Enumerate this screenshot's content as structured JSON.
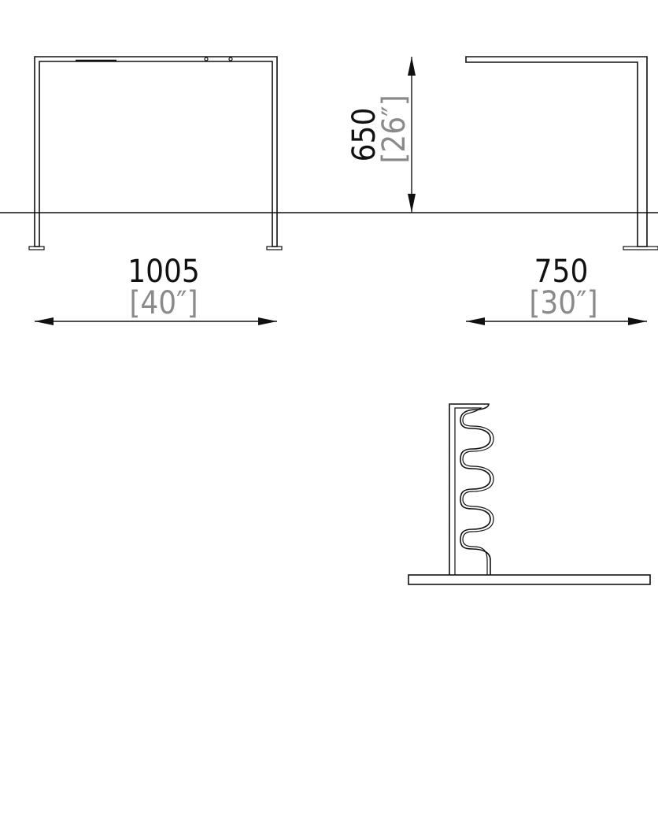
{
  "dimensions": {
    "width": {
      "mm": "1005",
      "inch": "[40″]"
    },
    "height": {
      "mm": "650",
      "inch": "[26″]"
    },
    "depth": {
      "mm": "750",
      "inch": "[30″]"
    }
  },
  "colors": {
    "line": "#111111",
    "secondary_text": "#8a8a8a",
    "background": "#ffffff"
  }
}
